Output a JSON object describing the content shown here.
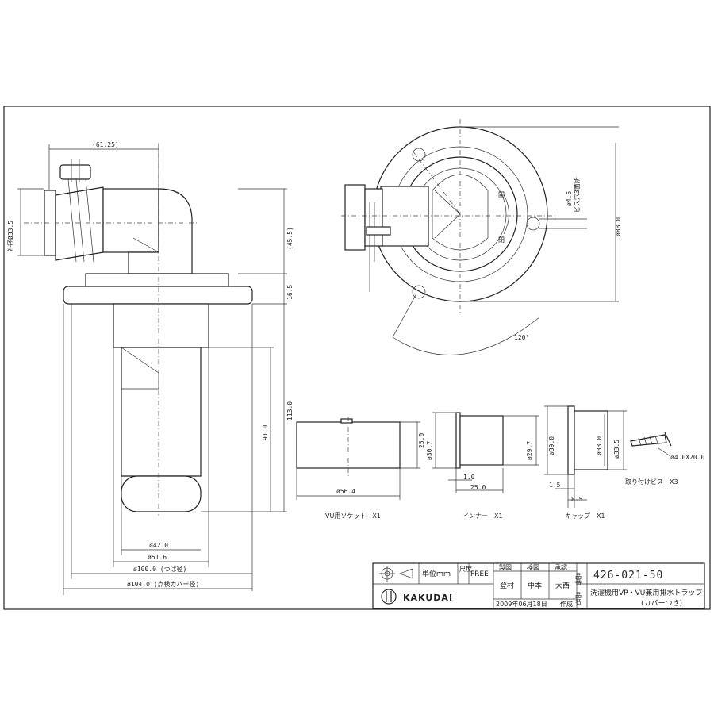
{
  "dims": {
    "w61": "(61.25)",
    "d33_5": "外径Ø33.5",
    "h45": "(45.5)",
    "h16": "16.5",
    "h113": "113.0",
    "h91": "91.0",
    "d42": "ø42.0",
    "d51": "ø51.6",
    "d100": "ø100.0 (つば径)",
    "d104": "ø104.0 (点検カバー径)",
    "d88": "ø88.0",
    "d4_5": "ø4.5",
    "d4_5note": "ビス穴3箇所",
    "a120": "120°",
    "kai": "開",
    "hei": "閉"
  },
  "parts": {
    "socket": {
      "h": "25.0",
      "d": "ø56.4",
      "label": "VU用ソケット　X1"
    },
    "inner": {
      "d1": "ø30.7",
      "d2": "ø29.7",
      "t": "1.0",
      "l": "25.0",
      "label": "インナー　X1"
    },
    "cap": {
      "d1": "ø39.0",
      "d2": "ø33.0",
      "d3": "ø33.5",
      "t1": "1.5",
      "t2": "8.5",
      "label": "キャップ　X1"
    },
    "screw": {
      "size": "ø4.0X20.0",
      "label": "取り付けビス　X3"
    }
  },
  "title_block": {
    "unit": "単位ｍｍ",
    "scale_label": "尺度",
    "scale": "FREE",
    "h_draw": "製図",
    "h_check": "検図",
    "h_approve": "承認",
    "drawer": "登村",
    "checker": "中本",
    "approver": "大西",
    "date": "2009年06月18日",
    "created": "作成",
    "no_label": "品番",
    "name_label": "品名",
    "part_no": "426-021-50",
    "name1": "洗濯機用VP・VU兼用排水トラップ",
    "name2": "(カバーつき)",
    "brand": "KAKUDAI"
  }
}
